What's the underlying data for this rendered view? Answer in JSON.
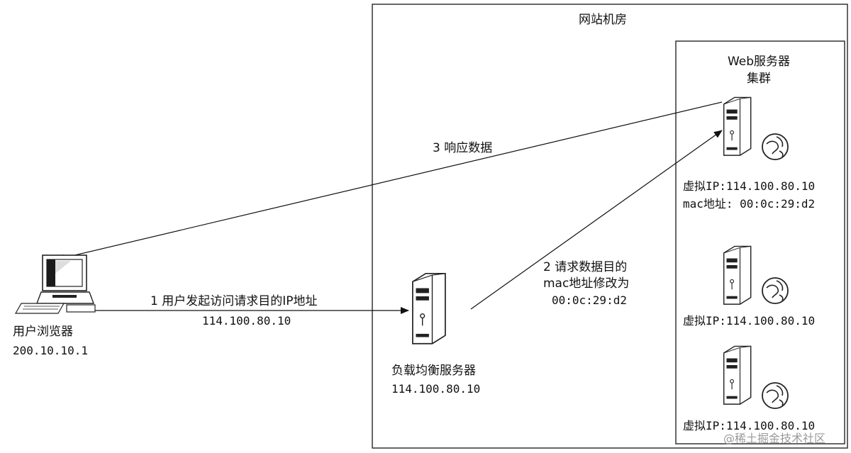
{
  "datacenter": {
    "title": "网站机房"
  },
  "cluster": {
    "title_line1": "Web服务器",
    "title_line2": "集群"
  },
  "client": {
    "label": "用户浏览器",
    "ip": "200.10.10.1"
  },
  "load_balancer": {
    "label": "负载均衡服务器",
    "ip": "114.100.80.10"
  },
  "servers": [
    {
      "vip": "虚拟IP:114.100.80.10",
      "mac": "mac地址: 00:0c:29:d2"
    },
    {
      "vip": "虚拟IP:114.100.80.10"
    },
    {
      "vip": "虚拟IP:114.100.80.10"
    }
  ],
  "steps": {
    "step1": {
      "line1": "1 用户发起访问请求目的IP地址",
      "line2": "114.100.80.10"
    },
    "step2": {
      "line1": "2 请求数据目的",
      "line2": "mac地址修改为",
      "line3": "00:0c:29:d2"
    },
    "step3": {
      "line1": "3 响应数据"
    }
  },
  "watermark": "@稀土掘金技术社区"
}
